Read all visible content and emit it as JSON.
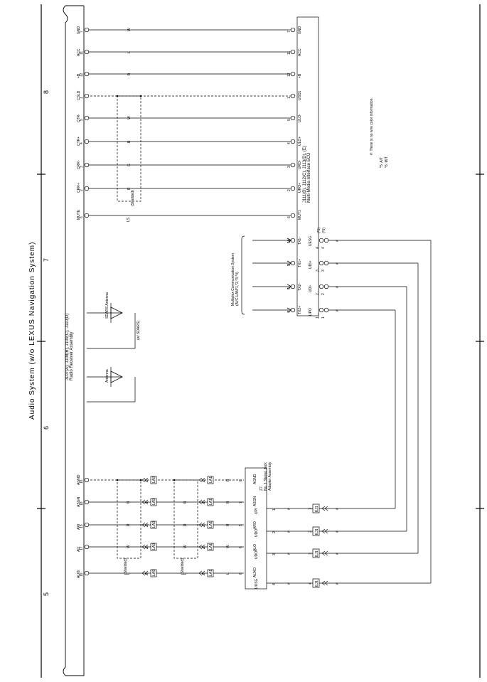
{
  "page": {
    "title": "Audio System (w/o LEXUS Navigation System)",
    "sections": [
      "5",
      "6",
      "7",
      "8"
    ]
  },
  "radio": {
    "name_line1": "J107(A), J108(B), J109(C), J110(D)",
    "name_line2": "Radio Receiver Assembly",
    "top_pins": [
      {
        "num": "7",
        "sig": "GND",
        "color": "W"
      },
      {
        "num": "11",
        "sig": "ACC",
        "color": "L"
      },
      {
        "num": "12",
        "sig": "+B",
        "color": "B"
      },
      {
        "num": "1",
        "sig": "CSLD",
        "color": ""
      },
      {
        "num": "5",
        "sig": "CTR-",
        "color": "W"
      },
      {
        "num": "4",
        "sig": "CTR+",
        "color": "B"
      },
      {
        "num": "3",
        "sig": "CRR-",
        "color": "G"
      },
      {
        "num": "2",
        "sig": "CRR+",
        "color": "R"
      },
      {
        "num": "6",
        "sig": "MUTE",
        "color": ""
      }
    ],
    "bottom_pins": [
      {
        "num": "16",
        "sig": "AGND"
      },
      {
        "num": "18",
        "sig": "ASGN"
      },
      {
        "num": "15",
        "sig": "ARI"
      },
      {
        "num": "17",
        "sig": "ALI"
      },
      {
        "num": "19",
        "sig": "AUXI"
      }
    ]
  },
  "shielded_label": "(Shielded)",
  "ls_label": "LS",
  "antenna": {
    "label": "Antenna"
  },
  "sdars": {
    "label": "SDARS Antenna",
    "note": "(w/ SDARS)"
  },
  "mmi": {
    "name_line1": "J111(B), J112(C), J113(D), (E)",
    "name_line2": "Multi-Media Interface ECU",
    "pins": [
      {
        "num": "7",
        "sig": "GND"
      },
      {
        "num": "11",
        "sig": "ACC"
      },
      {
        "num": "12",
        "sig": "+B"
      },
      {
        "num": "1",
        "sig": "USD1"
      },
      {
        "num": "5",
        "sig": "ULO-"
      },
      {
        "num": "4",
        "sig": "ULO+"
      },
      {
        "num": "3",
        "sig": "URO-"
      },
      {
        "num": "2",
        "sig": "URO+"
      },
      {
        "num": "6",
        "sig": "MUT1"
      },
      {
        "num": "10",
        "sig": "TX1-"
      },
      {
        "num": "9",
        "sig": "TX1+"
      },
      {
        "num": "5",
        "sig": "TX2-"
      },
      {
        "num": "4",
        "sig": "TX2+"
      }
    ],
    "lower_pins": [
      {
        "sig": "UESG",
        "a": "4",
        "b": "4"
      },
      {
        "sig": "UDI+",
        "a": "3",
        "b": "3"
      },
      {
        "sig": "UDI-",
        "a": "2",
        "b": "2"
      },
      {
        "sig": "UPO",
        "a": "1",
        "b": "1"
      }
    ],
    "variant_a": "(*5)",
    "variant_b": "(*6)"
  },
  "mux": {
    "line1": "Multiplex Communication System",
    "line2": "(AVC-LAN*1,*2,*3,*4)"
  },
  "jack": {
    "name_line1": "Z7",
    "name_line2": "No. 1 Stereo Jack",
    "name_line3": "Adapter Assembly",
    "pins": [
      {
        "num": "8",
        "sig": "AGND",
        "conn": "9",
        "color": "B"
      },
      {
        "num": "7",
        "sig": "ASGN",
        "conn": "1",
        "color": "B"
      },
      {
        "num": "5",
        "sig": "ARO",
        "conn": "3",
        "color": "R"
      },
      {
        "num": "6",
        "sig": "ALO",
        "conn": "2",
        "color": "W"
      },
      {
        "num": "8",
        "sig": "AUXO",
        "conn": "5",
        "color": "L"
      }
    ],
    "lower_pins": [
      {
        "num": "1",
        "sig": "UPI"
      },
      {
        "num": "2",
        "sig": "UDO-"
      },
      {
        "num": "3",
        "sig": "UDO+"
      },
      {
        "num": "4",
        "sig": "UUSG"
      }
    ]
  },
  "connectors": {
    "left_code": "LA9",
    "right_code": "LA1",
    "jack_code": "EJ1"
  },
  "notes": {
    "no_color": "#: There is no wire color information.",
    "var5": "*5: A/T",
    "var6": "*6: M/T"
  },
  "hash": "#"
}
